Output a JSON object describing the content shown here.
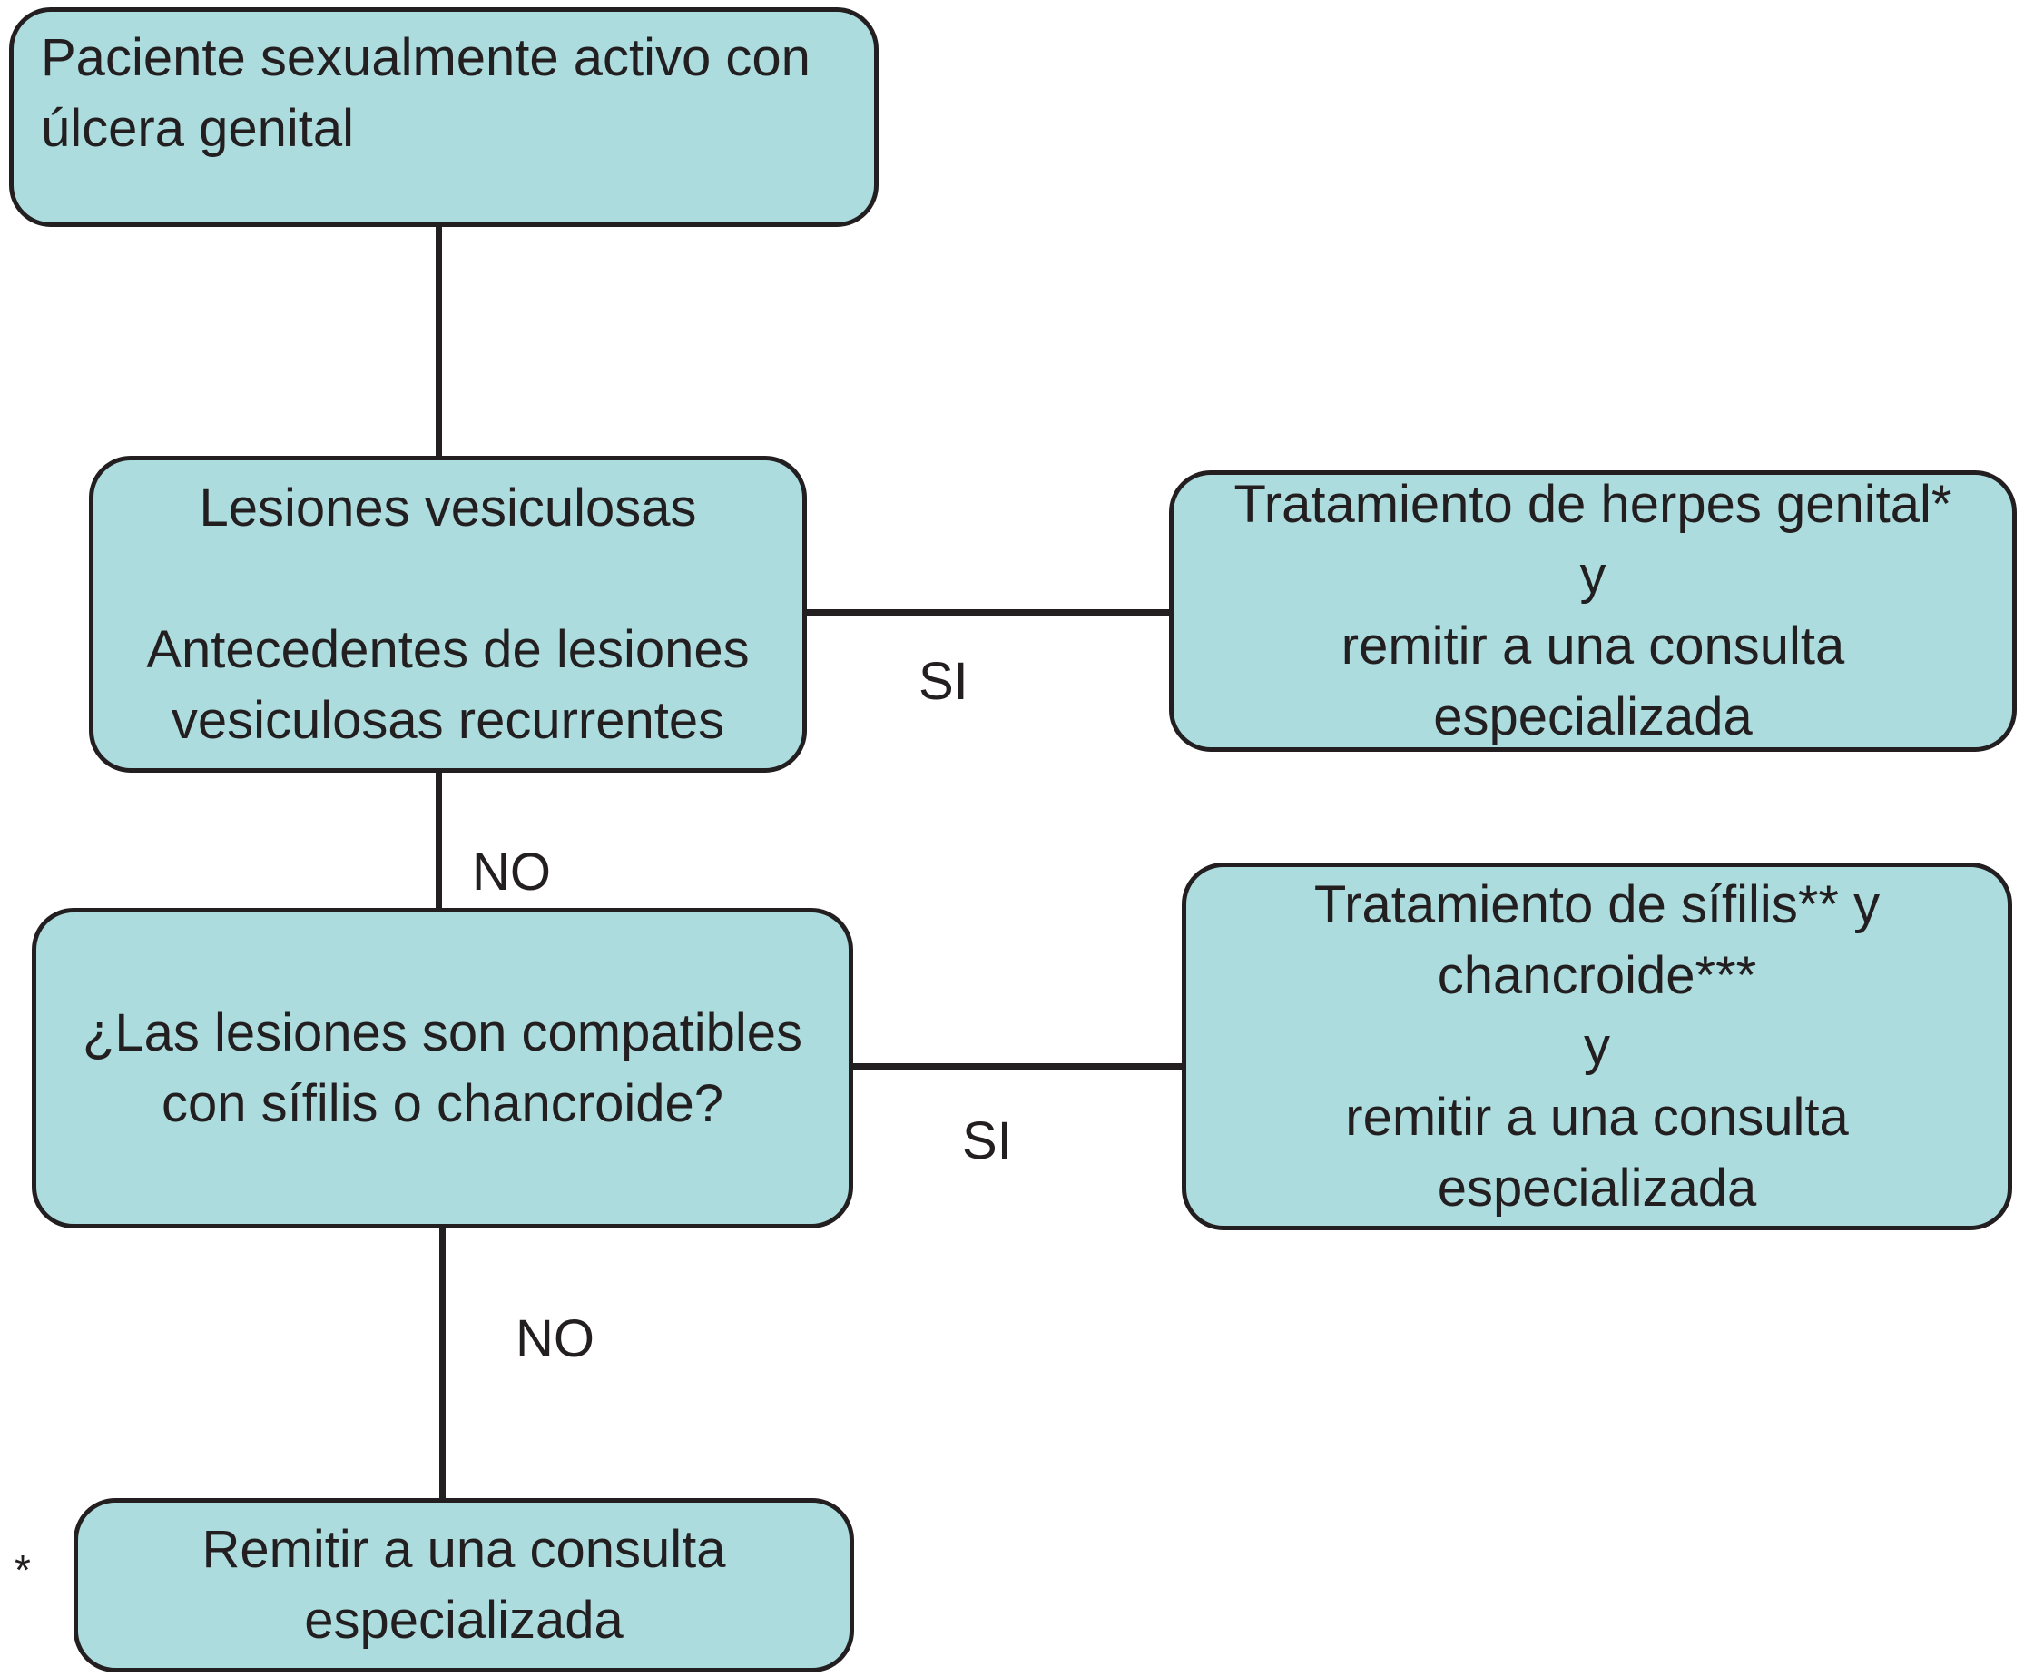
{
  "boxes": {
    "start": {
      "lines": [
        "Paciente sexualmente activo con",
        "úlcera genital"
      ]
    },
    "vesicular": {
      "lines": [
        "Lesiones vesiculosas",
        "",
        "Antecedentes de lesiones",
        "vesiculosas recurrentes"
      ]
    },
    "herpes_treatment": {
      "lines": [
        "Tratamiento de herpes genital*",
        "y",
        "remitir a una consulta",
        "especializada"
      ]
    },
    "syphilis_question": {
      "lines": [
        "¿Las lesiones son compatibles",
        "con sífilis o chancroide?"
      ]
    },
    "syphilis_treatment": {
      "lines": [
        "Tratamiento de sífilis** y",
        "chancroide***",
        "y",
        "remitir a una consulta",
        "especializada"
      ]
    },
    "refer": {
      "lines": [
        "Remitir a una consulta",
        "especializada"
      ]
    }
  },
  "edge_labels": {
    "si_1": "SI",
    "no_1": "NO",
    "si_2": "SI",
    "no_2": "NO"
  },
  "footnote_marker": "*",
  "colors": {
    "box_fill": "#ACDCDE",
    "box_border": "#231F20",
    "connector": "#231F20",
    "text": "#231F20",
    "background": "#FFFFFF"
  }
}
